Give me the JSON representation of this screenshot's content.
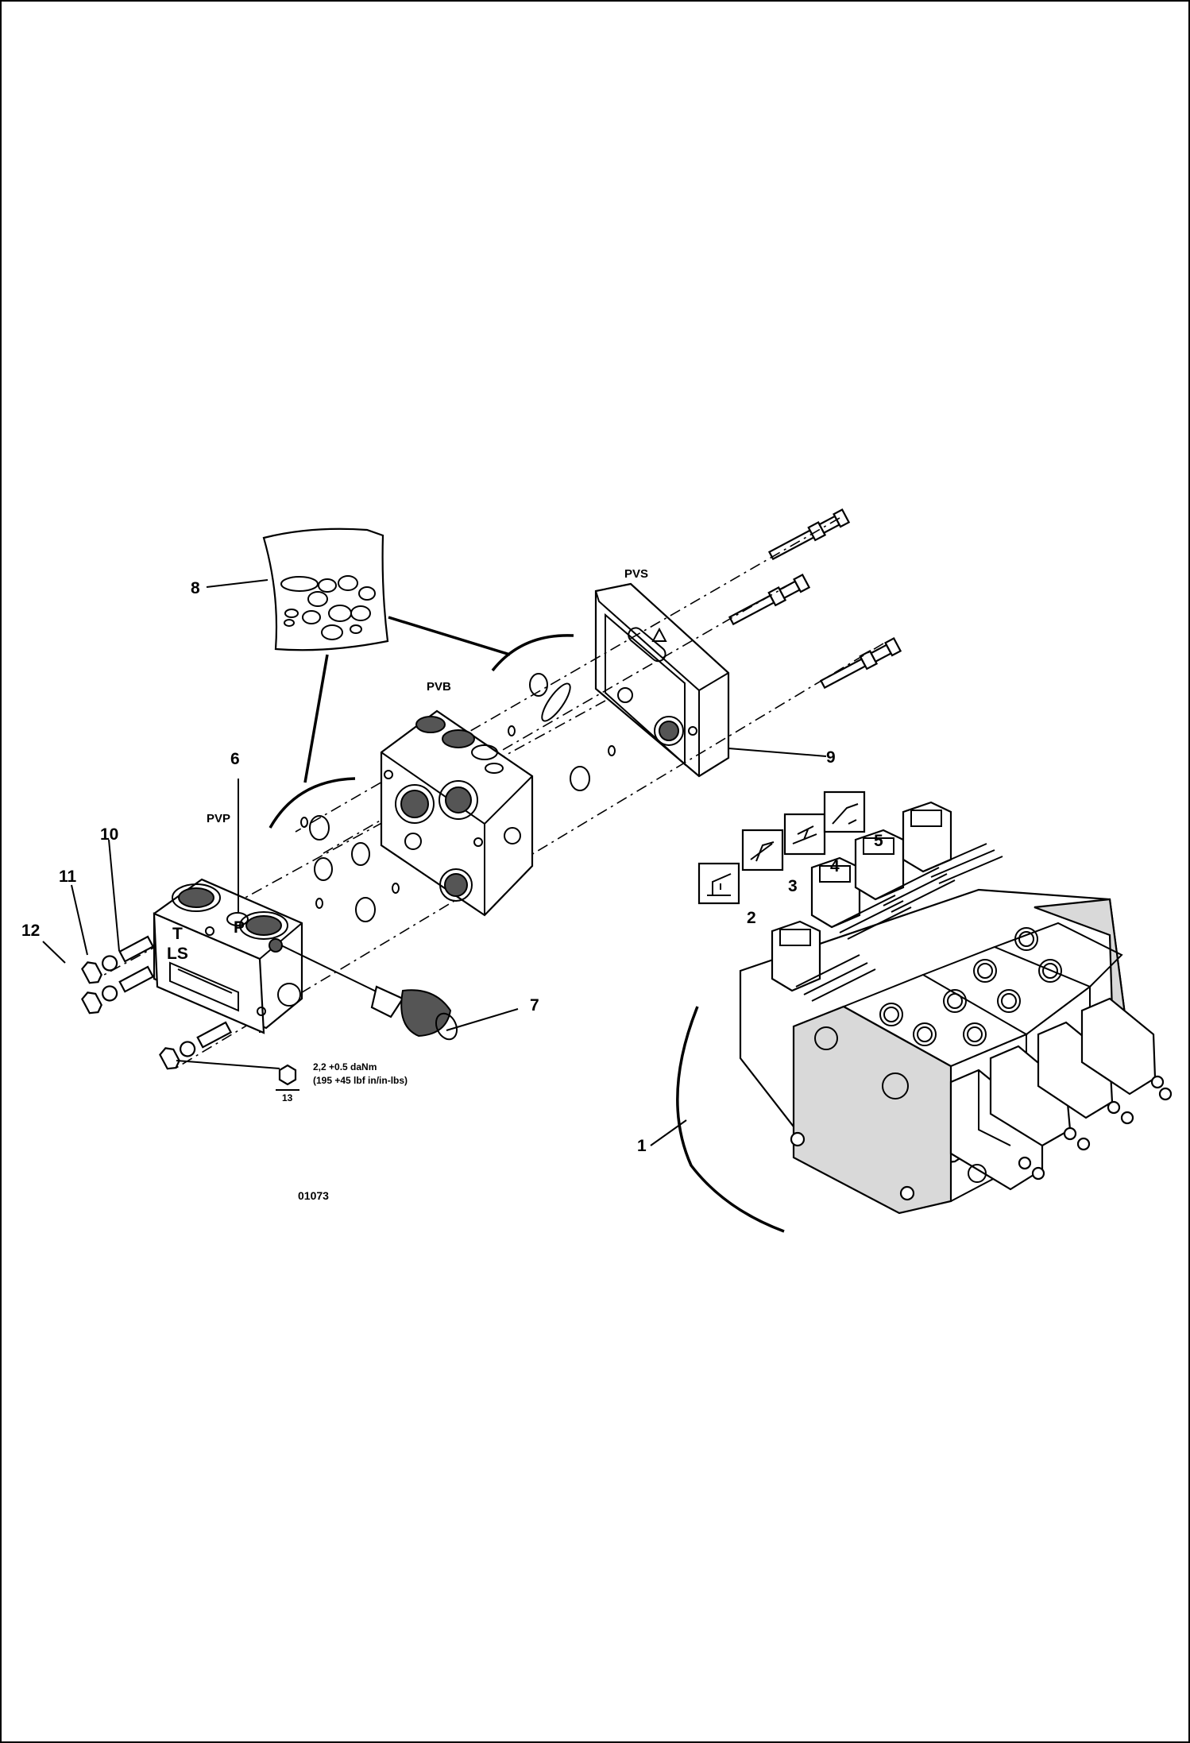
{
  "labels": {
    "n1": "1",
    "n2": "2",
    "n3": "3",
    "n4": "4",
    "n5": "5",
    "n6": "6",
    "n7": "7",
    "n8": "8",
    "n9": "9",
    "n10": "10",
    "n11": "11",
    "n12": "12"
  },
  "modules": {
    "pvs": "PVS",
    "pvb": "PVB",
    "pvp": "PVP"
  },
  "ports": {
    "t": "T",
    "p": "P",
    "ls": "LS"
  },
  "torque": {
    "line1": "2,2 +0.5 daNm",
    "line2": "(195 +45 lbf in/in-lbs)",
    "wrench": "13"
  },
  "drawing_code": "01073"
}
